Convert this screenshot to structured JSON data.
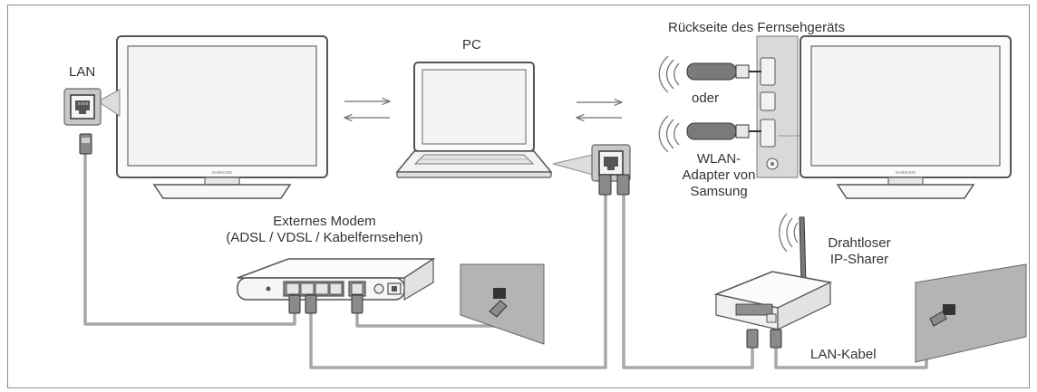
{
  "labels": {
    "lan": "LAN",
    "pc": "PC",
    "tv_back": "Rückseite des Fernsehgeräts",
    "or": "oder",
    "wlan_line1": "WLAN-",
    "wlan_line2": "Adapter von",
    "wlan_line3": "Samsung",
    "modem_line1": "Externes Modem",
    "modem_line2": "(ADSL / VDSL / Kabelfernsehen)",
    "sharer_line1": "Drahtloser",
    "sharer_line2": "IP-Sharer",
    "lan_cable": "LAN-Kabel"
  },
  "tv_brand": "SAMSUNG",
  "colors": {
    "cable": "#a8a8a8",
    "device_outline": "#555555",
    "screen_fill": "#f4f4f4",
    "panel_fill": "#d9d9d9",
    "arrow": "#6e6e6e"
  }
}
